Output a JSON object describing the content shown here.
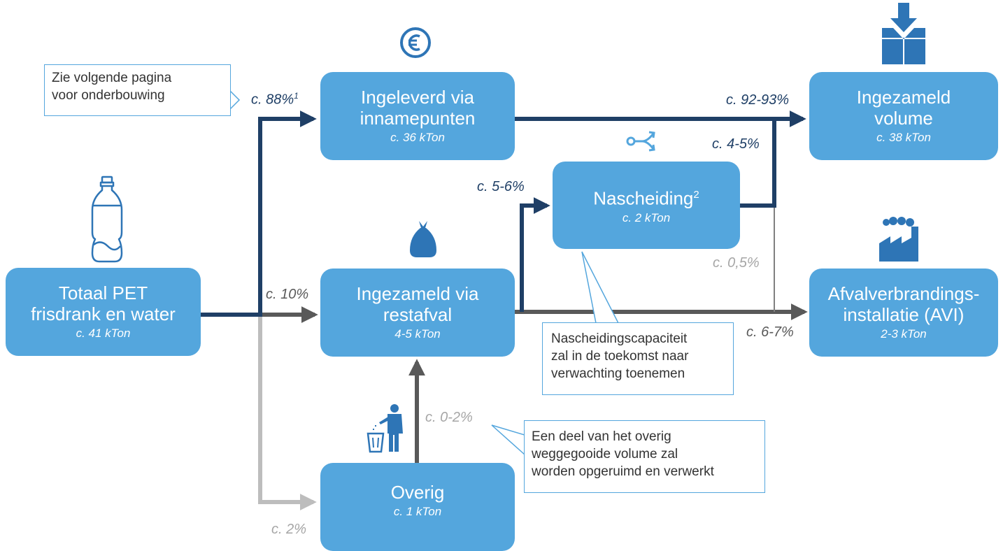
{
  "colors": {
    "box": "#54a6dd",
    "flow_dark": "#1f3f66",
    "flow_mid": "#595959",
    "flow_light": "#bdbdbd",
    "icon": "#2e75b6"
  },
  "boxes": {
    "totaal": {
      "title1": "Totaal PET",
      "title2": "frisdrank en water",
      "sub": "c. 41 kTon"
    },
    "ingeleverd": {
      "title1": "Ingeleverd via",
      "title2": "innamepunten",
      "sub": "c. 36 kTon"
    },
    "restafval": {
      "title1": "Ingezameld via",
      "title2": "restafval",
      "sub": "4-5 kTon"
    },
    "overig": {
      "title1": "Overig",
      "sub": "c. 1 kTon"
    },
    "nascheiding": {
      "title1": "Nascheiding",
      "sup": "2",
      "sub": "c. 2 kTon"
    },
    "ingezameld": {
      "title1": "Ingezameld",
      "title2": "volume",
      "sub": "c. 38 kTon"
    },
    "avi": {
      "title1": "Afvalverbrandings-",
      "title2": "installatie (AVI)",
      "sub": "2-3 kTon"
    }
  },
  "percentages": {
    "to_ingeleverd": "c. 88%",
    "to_ingeleverd_sup": "1",
    "to_restafval": "c. 10%",
    "to_overig": "c. 2%",
    "to_nascheiding": "c. 5-6%",
    "ingezameld_total": "c. 92-93%",
    "nascheiding_to_ingezameld": "c. 4-5%",
    "nascheiding_to_avi": "c. 0,5%",
    "avi_total": "c. 6-7%",
    "overig_to_restafval": "c. 0-2%"
  },
  "callouts": {
    "onderbouwing": [
      "Zie volgende pagina",
      "voor onderbouwing"
    ],
    "nascheidingscapaciteit": [
      "Nascheidingscapaciteit",
      "zal in de toekomst naar",
      "verwachting toenemen"
    ],
    "overig_deel": [
      "Een deel van het overig",
      "weggegooide volume zal",
      "worden opgeruimd en verwerkt"
    ]
  },
  "icons": [
    "euro-icon",
    "collection-box-icon",
    "sorting-icon",
    "factory-icon",
    "bottle-icon",
    "trash-bag-icon",
    "litter-bin-icon"
  ]
}
